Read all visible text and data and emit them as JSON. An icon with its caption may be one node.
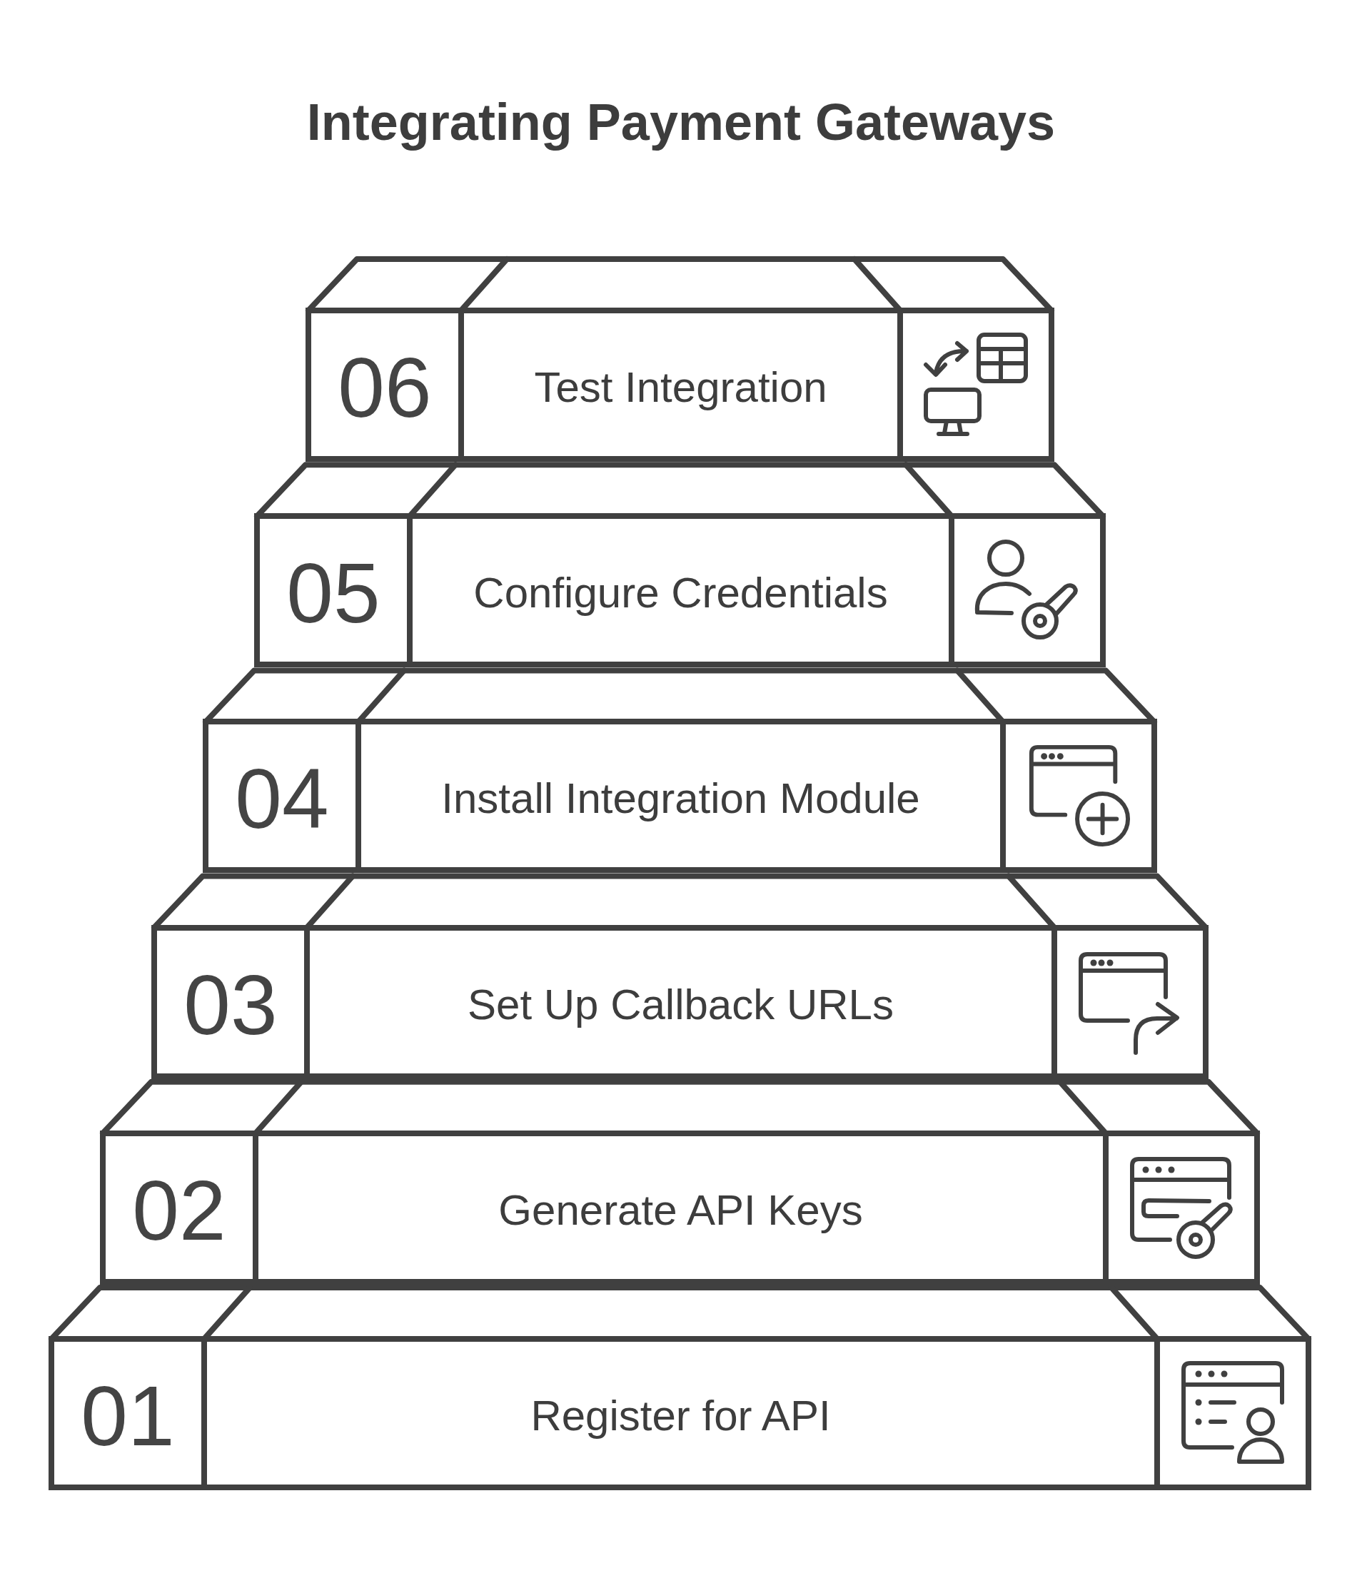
{
  "diagram": {
    "title": "Integrating Payment Gateways",
    "nodes": [
      {
        "text": [
          "06",
          "Test Integration"
        ]
      },
      {
        "text": [
          "05",
          "Configure Credentials"
        ]
      },
      {
        "text": [
          "04",
          "Install Integration Module"
        ]
      },
      {
        "text": [
          "03",
          "Set Up Callback URLs"
        ]
      },
      {
        "text": [
          "02",
          "Generate API Keys"
        ]
      },
      {
        "text": [
          "01",
          "Register for API"
        ]
      }
    ]
  }
}
